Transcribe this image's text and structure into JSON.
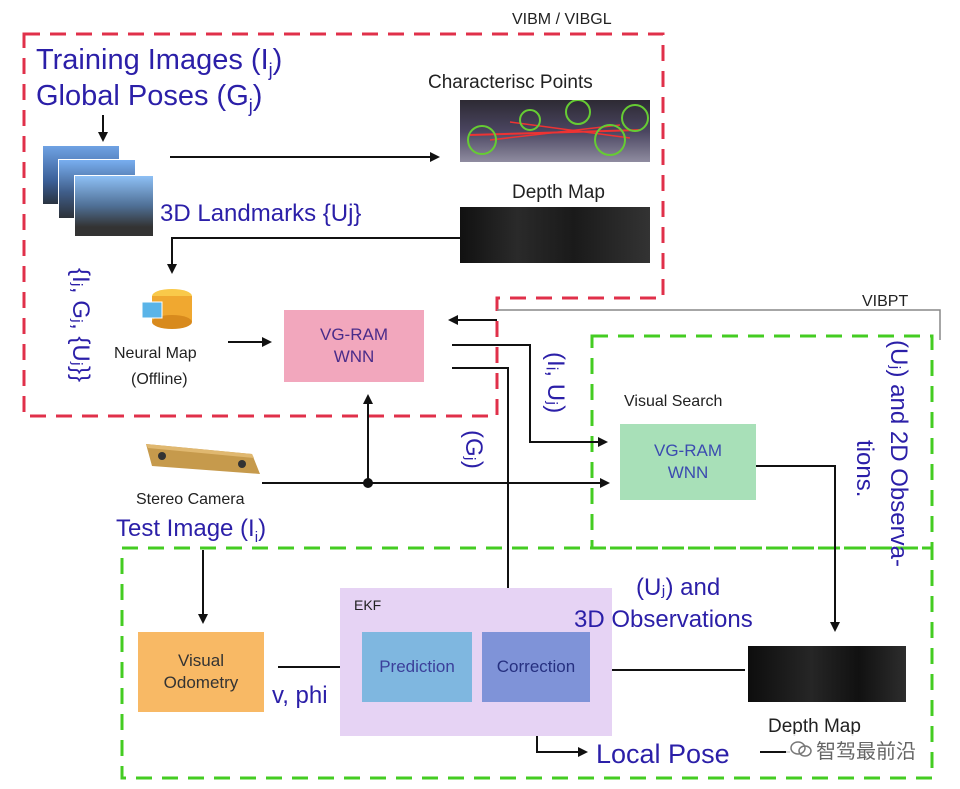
{
  "regions": {
    "vibm_label": "VIBM / VIBGL",
    "vibpt_label": "VIBPT"
  },
  "inputs": {
    "training_line1": "Training Images (I",
    "training_sub1": "j",
    "training_line1_end": ")",
    "training_line2": "Global Poses (G",
    "training_sub2": "j",
    "training_line2_end": ")"
  },
  "outputs": {
    "characteristic_points": "Characterisc Points",
    "depth_map_top": "Depth Map",
    "depth_map_bottom": "Depth Map"
  },
  "labels": {
    "landmarks": "3D Landmarks {Uj}",
    "left_vertical": "{Iⱼ, Gⱼ, {Uⱼ}}",
    "neural_map": "Neural Map",
    "neural_map_sub": "(Offline)",
    "stereo_camera": "Stereo Camera",
    "test_image": "Test Image (I",
    "test_image_sub": "i",
    "test_image_end": ")",
    "iu_vertical": "(Iᵢ, Uⱼ)",
    "gj_vertical": "(Gⱼ)",
    "visual_search": "Visual Search",
    "uj_2d_line1": "(Uⱼ) and 2D Observa-",
    "uj_2d_line2": "tions.",
    "uj_3d_line1": "(Uⱼ) and",
    "uj_3d_line2": "3D Observations",
    "v_phi": "v, phi",
    "local_pose": "Local Pose",
    "ekf": "EKF"
  },
  "boxes": {
    "vgram_top_line1": "VG-RAM",
    "vgram_top_line2": "WNN",
    "vgram_right_line1": "VG-RAM",
    "vgram_right_line2": "WNN",
    "visual_odometry_line1": "Visual",
    "visual_odometry_line2": "Odometry",
    "prediction": "Prediction",
    "correction": "Correction"
  },
  "watermark": "智驾最前沿",
  "colors": {
    "red_dash": "#e0304a",
    "green_dash": "#44cc22",
    "blue_text": "#2b1fa8",
    "vgram_top_fill": "#f2a7bd",
    "vgram_right_fill": "#a8e0b8",
    "odometry_fill": "#f8b965",
    "ekf_fill": "#e6d3f4",
    "prediction_fill": "#7fb7e0",
    "correction_fill": "#7f93d8"
  }
}
